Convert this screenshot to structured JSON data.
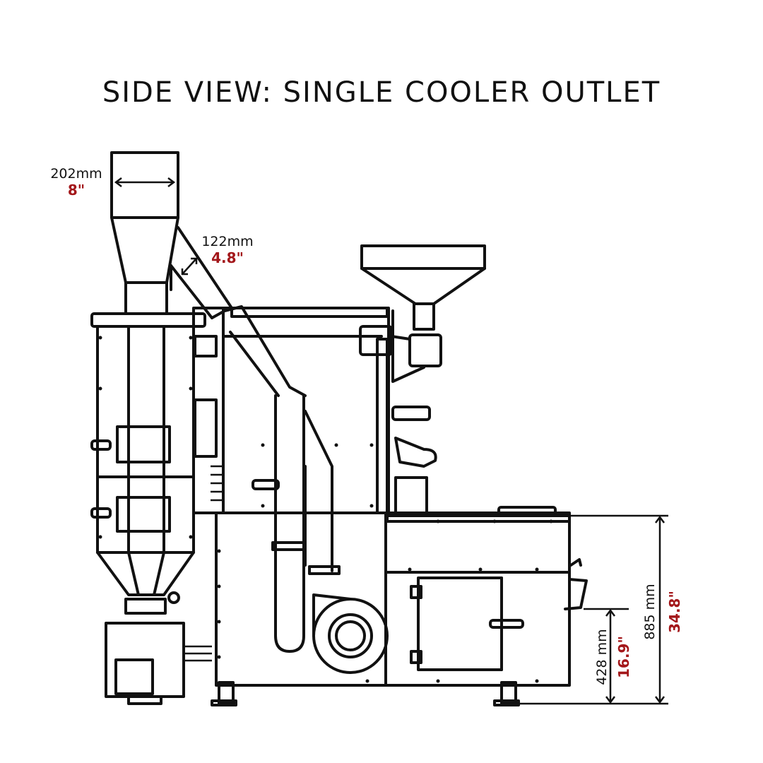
{
  "title": "SIDE VIEW: SINGLE COOLER OUTLET",
  "dimensions": {
    "chimney_width": {
      "metric": "202mm",
      "imperial": "8\""
    },
    "duct_diameter": {
      "metric": "122mm",
      "imperial": "4.8\""
    },
    "cooler_outlet_height": {
      "metric": "428 mm",
      "imperial": "16.9\""
    },
    "machine_height": {
      "metric": "885 mm",
      "imperial": "34.8\""
    }
  },
  "colors": {
    "line": "#111111",
    "imperial_text": "#a3171a"
  }
}
